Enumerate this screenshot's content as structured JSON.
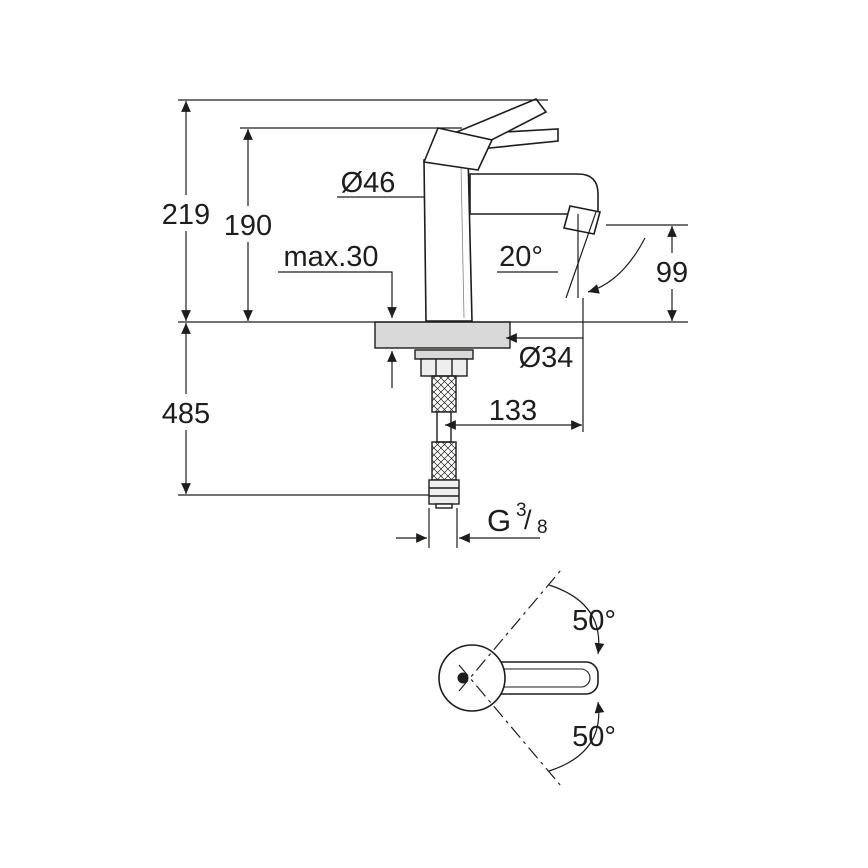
{
  "drawing": {
    "kind": "faucet-technical-dimension-drawing",
    "line_color": "#1d1d1b",
    "deck_fill": "#d9d9d9",
    "dimensions": {
      "total_height": "219",
      "body_height": "190",
      "body_diameter": "Ø46",
      "max_deck_thickness": "max.30",
      "spout_angle": "20°",
      "spout_outlet_height": "99",
      "hole_diameter": "Ø34",
      "spout_reach": "133",
      "hose_length": "485",
      "thread_prefix": "G",
      "thread_numerator": "3",
      "thread_separator": "/",
      "thread_denominator": "8",
      "swing_angle_upper": "50°",
      "swing_angle_lower": "50°"
    }
  }
}
